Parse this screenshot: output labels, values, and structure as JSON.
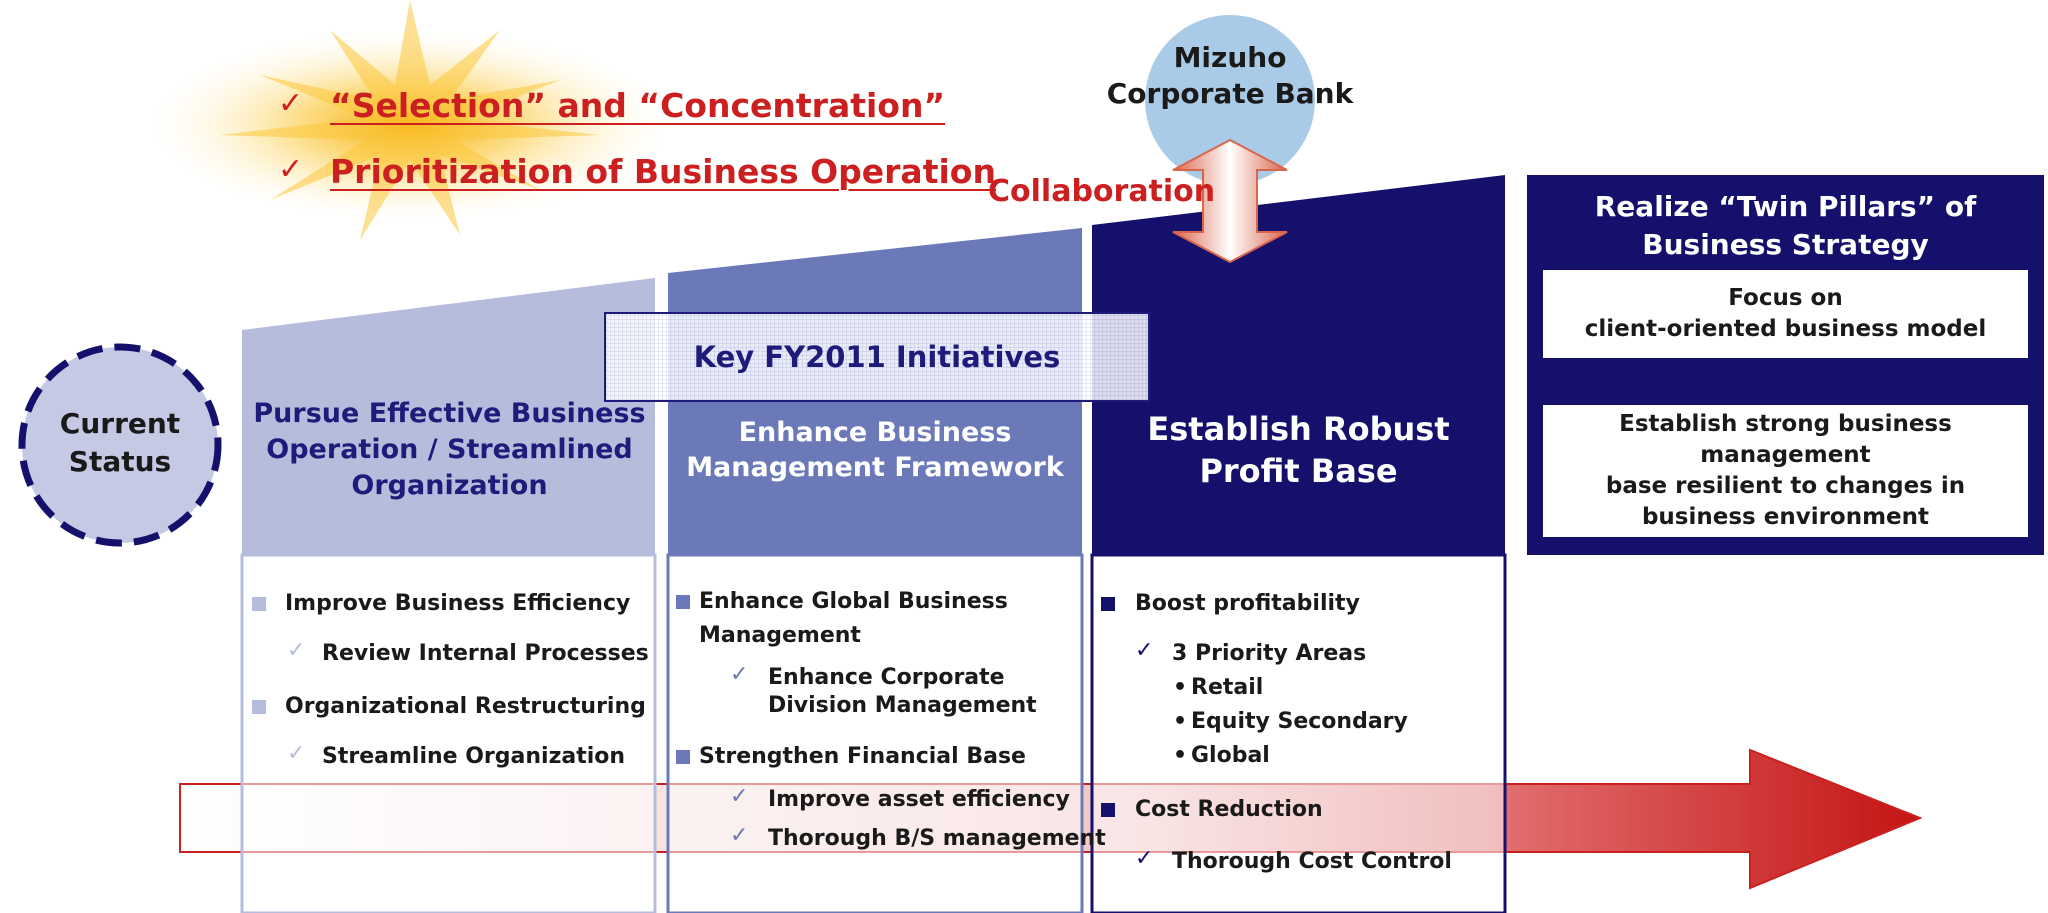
{
  "goals": [
    "“Selection” and “Concentration”",
    "Prioritization of Business Operation"
  ],
  "check_glyph": "✓",
  "bullet_glyph": "•",
  "bank": {
    "line1": "Mizuho",
    "line2": "Corporate Bank"
  },
  "collaboration_label": "Collaboration",
  "current_status": {
    "line1": "Current",
    "line2": "Status"
  },
  "key_initiatives_label": "Key FY2011 Initiatives",
  "columns": [
    {
      "title_lines": [
        "Pursue Effective Business",
        "Operation / Streamlined",
        "Organization"
      ],
      "items": [
        {
          "type": "square",
          "text": "Improve Business Efficiency"
        },
        {
          "type": "check",
          "text": "Review Internal Processes"
        },
        {
          "type": "square",
          "text": "Organizational Restructuring"
        },
        {
          "type": "check",
          "text": "Streamline Organization"
        }
      ]
    },
    {
      "title_lines": [
        "Enhance Business",
        "Management Framework"
      ],
      "items": [
        {
          "type": "square",
          "text": "Enhance Global Business"
        },
        {
          "type": "cont",
          "text": "Management"
        },
        {
          "type": "check",
          "text": "Enhance Corporate"
        },
        {
          "type": "cont2",
          "text": "Division Management"
        },
        {
          "type": "square",
          "text": "Strengthen Financial Base"
        },
        {
          "type": "check",
          "text": "Improve asset efficiency"
        },
        {
          "type": "check",
          "text": "Thorough B/S management"
        }
      ]
    },
    {
      "title_lines": [
        "Establish Robust",
        "Profit Base"
      ],
      "items": [
        {
          "type": "square",
          "text": "Boost profitability"
        },
        {
          "type": "check",
          "text": "3 Priority Areas"
        },
        {
          "type": "dot",
          "text": "Retail"
        },
        {
          "type": "dot",
          "text": "Equity Secondary"
        },
        {
          "type": "dot",
          "text": "Global"
        },
        {
          "type": "square",
          "text": "Cost Reduction"
        },
        {
          "type": "check",
          "text": "Thorough Cost Control"
        }
      ]
    }
  ],
  "pillars": {
    "title_line1": "Realize “Twin Pillars” of",
    "title_line2": "Business Strategy",
    "box1_line1": "Focus on",
    "box1_line2": "client-oriented business model",
    "box2_line1": "Establish strong business management",
    "box2_line2": "base resilient to changes in",
    "box2_line3": "business environment"
  },
  "colors": {
    "accent_red": "#cc1f1f",
    "navy": "#14106b",
    "mid_blue": "#6b79b8",
    "light_blue": "#b6bddc",
    "bank_circle": "#a9cbe7",
    "status_circle": "#c5c9e4"
  }
}
